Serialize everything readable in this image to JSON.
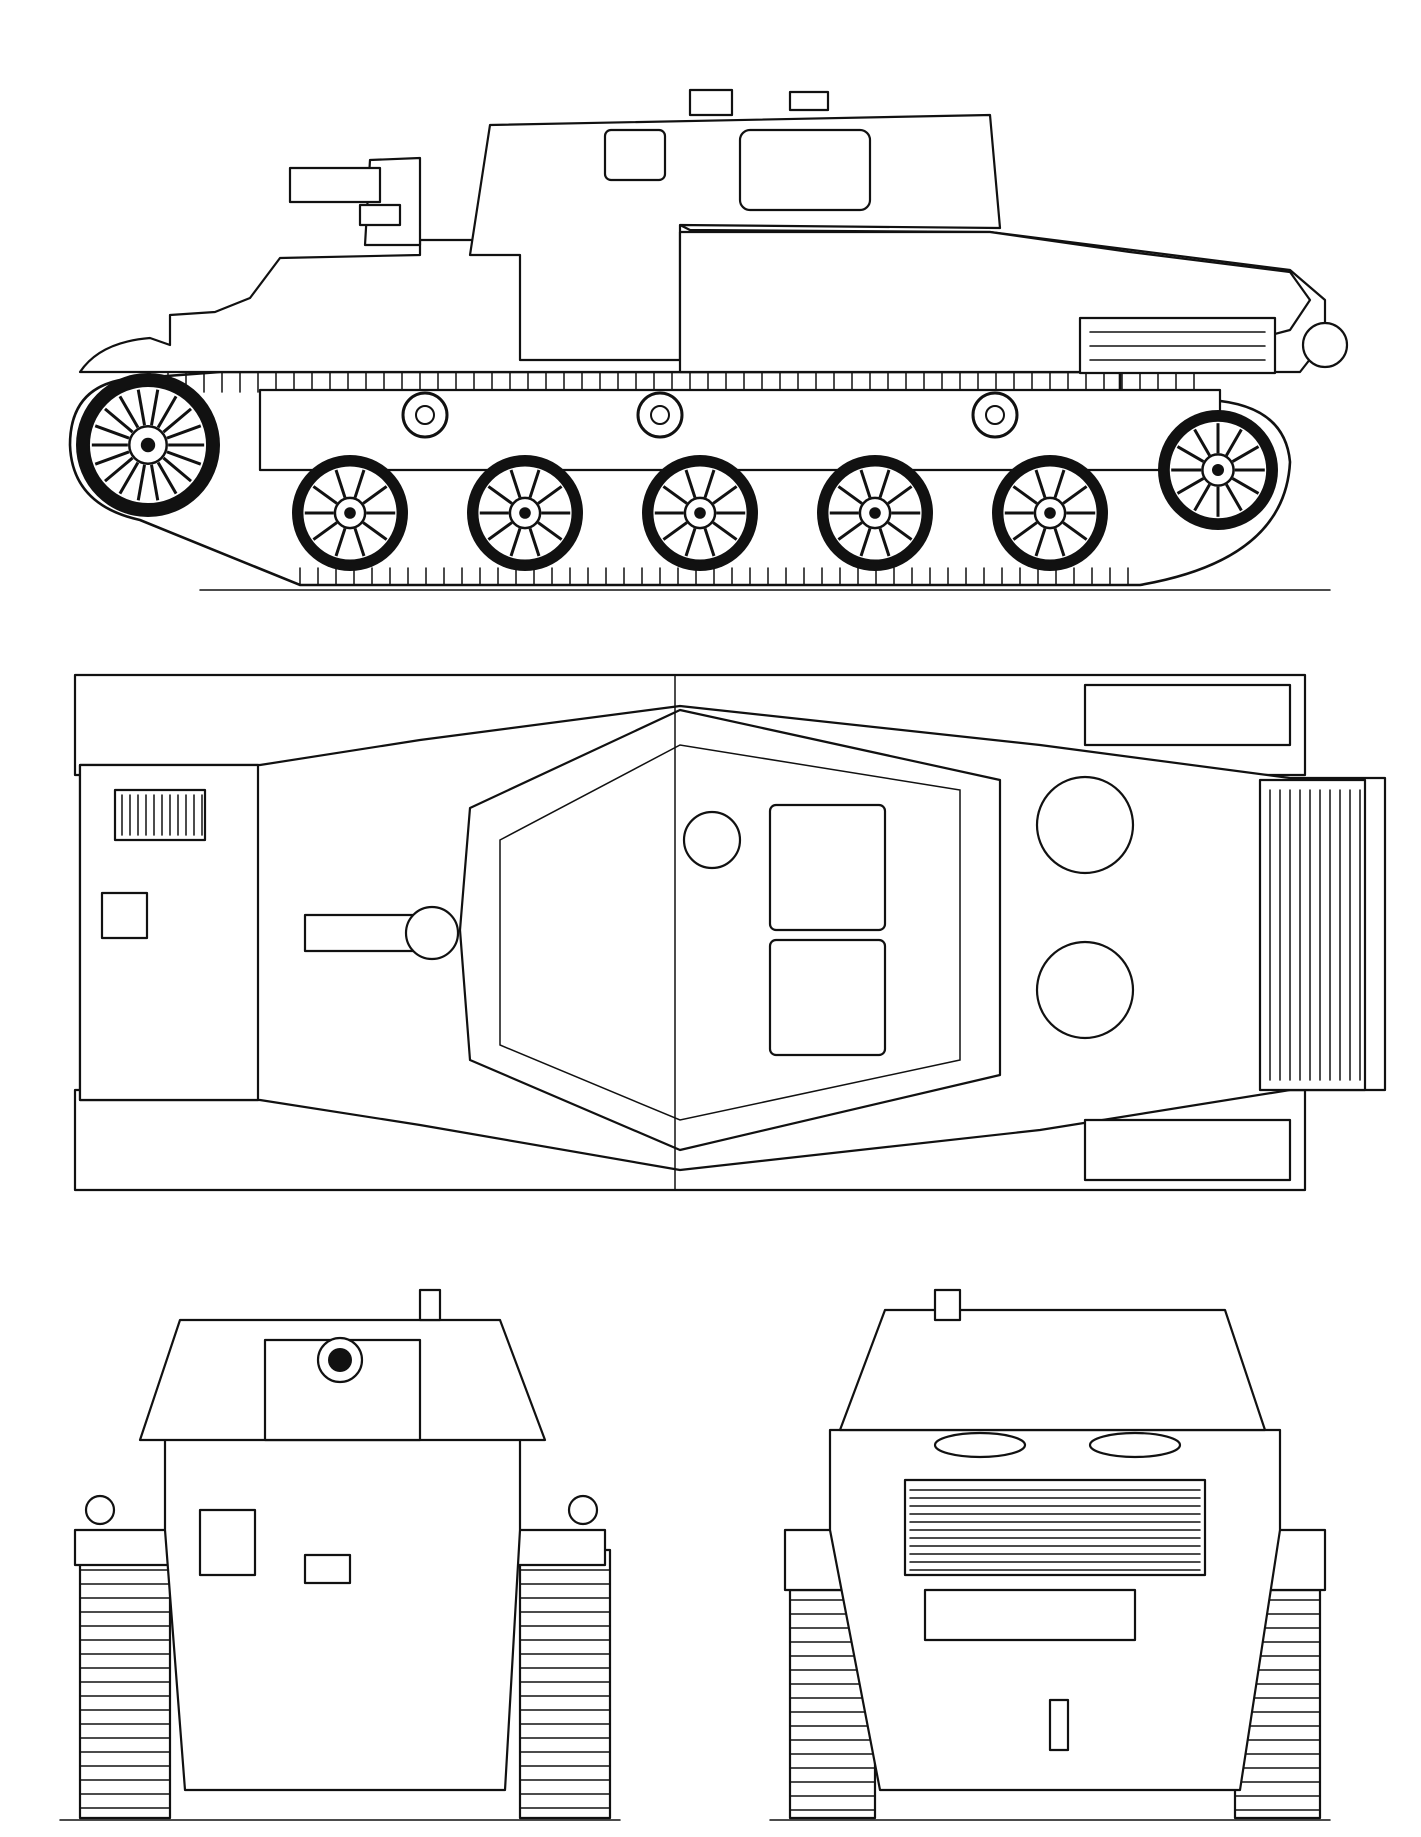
{
  "drawing": {
    "views": [
      "side",
      "top",
      "front",
      "rear"
    ],
    "road_wheels_per_side": 5,
    "return_rollers_per_side": 3,
    "line_color": "#111111",
    "paper_color": "#ffffff"
  }
}
